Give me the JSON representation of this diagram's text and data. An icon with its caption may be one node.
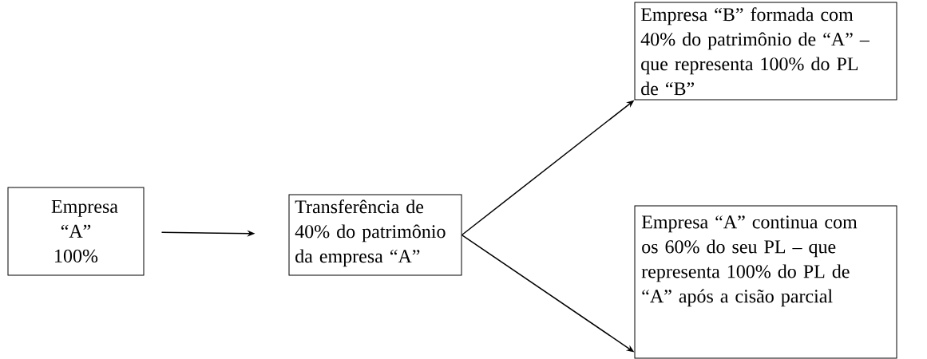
{
  "diagram": {
    "nodes": [
      {
        "text": [
          "Empresa “A” 100%"
        ]
      },
      {
        "text": [
          "Transferência de 40% do patrimônio da empresa “A”"
        ]
      },
      {
        "text": [
          "Empresa “B” formada com 40% do patrimônio de “A” – que representa 100% do PL de “B”"
        ]
      },
      {
        "text": [
          "Empresa “A” continua com os 60% do seu PL – que representa 100% do PL de “A” após a cisão parcial"
        ]
      }
    ],
    "edges": [
      {
        "from": 0,
        "to": 1,
        "arrow": "to"
      },
      {
        "from": 1,
        "to": 2,
        "arrow": "to"
      },
      {
        "from": 1,
        "to": 3,
        "arrow": "to"
      }
    ]
  }
}
